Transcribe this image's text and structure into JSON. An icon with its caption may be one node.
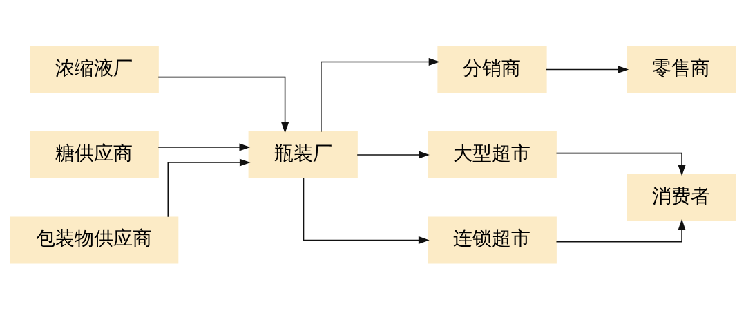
{
  "diagram": {
    "nodes": [
      {
        "text": [
          "浓缩液厂"
        ]
      },
      {
        "text": [
          "糖供应商"
        ]
      },
      {
        "text": [
          "包装物供应商"
        ]
      },
      {
        "text": [
          "瓶装厂"
        ]
      },
      {
        "text": [
          "分销商"
        ]
      },
      {
        "text": [
          "零售商"
        ]
      },
      {
        "text": [
          "大型超市"
        ]
      },
      {
        "text": [
          "连锁超市"
        ]
      },
      {
        "text": [
          "消费者"
        ]
      }
    ],
    "edges": [
      {
        "from": 0,
        "to": 3,
        "arrow": "to"
      },
      {
        "from": 1,
        "to": 3,
        "arrow": "to"
      },
      {
        "from": 2,
        "to": 3,
        "arrow": "to"
      },
      {
        "from": 3,
        "to": 4,
        "arrow": "to"
      },
      {
        "from": 3,
        "to": 6,
        "arrow": "to"
      },
      {
        "from": 3,
        "to": 7,
        "arrow": "to"
      },
      {
        "from": 4,
        "to": 5,
        "arrow": "to"
      },
      {
        "from": 6,
        "to": 8,
        "arrow": "to"
      },
      {
        "from": 7,
        "to": 8,
        "arrow": "to"
      }
    ]
  }
}
